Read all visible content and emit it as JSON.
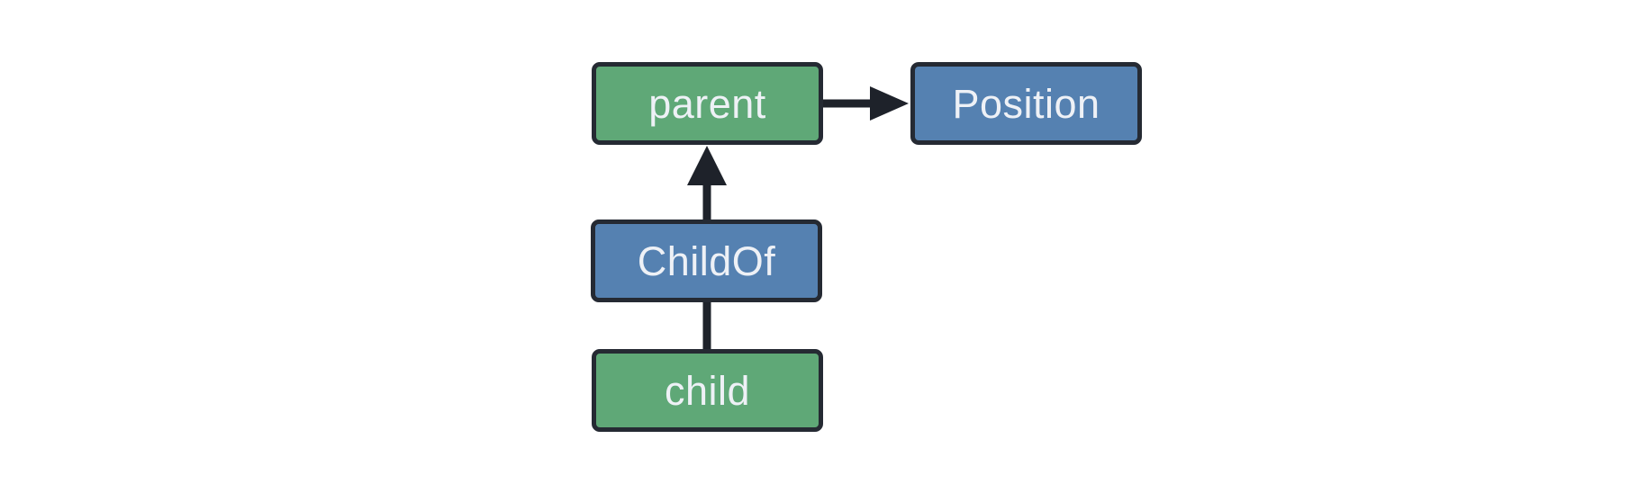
{
  "diagram": {
    "nodes": [
      {
        "id": "parent",
        "label": "parent",
        "fill": "#5FA877"
      },
      {
        "id": "Position",
        "label": "Position",
        "fill": "#5581B1"
      },
      {
        "id": "ChildOf",
        "label": "ChildOf",
        "fill": "#5581B1"
      },
      {
        "id": "child",
        "label": "child",
        "fill": "#5FA877"
      }
    ],
    "edges": [
      {
        "from": "parent",
        "to": "Position",
        "arrowhead": true,
        "direction": "right"
      },
      {
        "from": "ChildOf",
        "to": "parent",
        "arrowhead": true,
        "direction": "up"
      },
      {
        "from": "child",
        "to": "ChildOf",
        "arrowhead": false,
        "direction": "up"
      }
    ],
    "colors": {
      "node_green": "#5FA877",
      "node_blue": "#5581B1",
      "ink": "#1E222A",
      "border": "#252A33",
      "label": "#EEF1F6",
      "background": "#FFFFFF"
    }
  }
}
